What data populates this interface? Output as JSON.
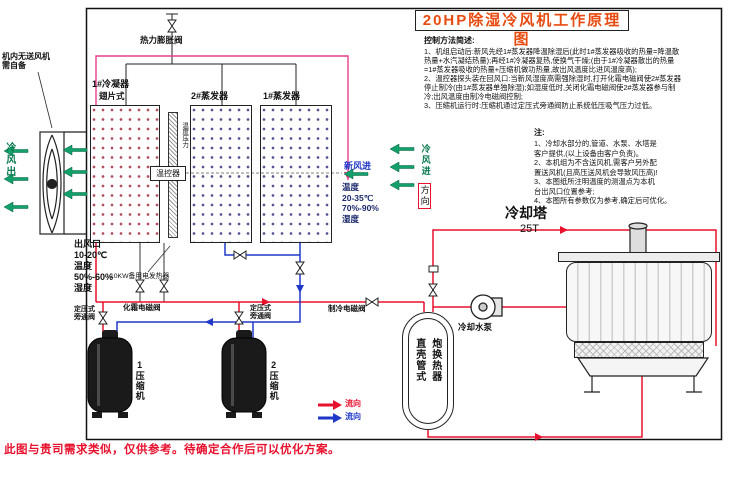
{
  "title": "20HP除湿冷风机工作原理图",
  "control": {
    "heading": "控制方法简述:",
    "lines": [
      "1、机组启动后:新风先经1#蒸发器降温除湿后(此时1#蒸发器吸收的热量=降温散",
      "热量+水汽凝结热量);再经1#冷凝器复热,使换气干燥;(由于1#冷凝器散出的热量",
      "=1#蒸发器吸收的热量+压缩机做功热量,故出风温度比进风温度高);",
      "2、温控器探头装在回风口:当新风湿度高需强除湿时,打开化霜电磁阀使2#蒸发器",
      "停止制冷(由1#蒸发器单独除湿);如湿度低时,关闭化霜电磁阀使2#蒸发器参与制",
      "冷;出风温度由制冷电磁阀控制;",
      "3、压缩机运行时:压缩机通过定压式旁通阀防止系统低压吸气压力过低。"
    ]
  },
  "notes": {
    "heading": "注:",
    "lines": [
      "1、冷却水部分的,管道、水泵、水塔是",
      "客户提供,(以上设备由客户负责)。",
      "2、本机组为不含送风机,需客户另外配",
      "置送风机(且高压送风机会导致风压高)!",
      "3、本图纸所注明温度的测温点为本机",
      "台出风口位置参考;",
      "4、本图所有参数仅为参考,确定后可优化。"
    ]
  },
  "labels": {
    "no_fan": [
      "机内无送风机",
      "需自备"
    ],
    "cold_air_out": "冷风出",
    "thermal_expansion_valve": "热力膨胀阀",
    "condenser1": "1#冷凝器",
    "fin_type": "翅片式",
    "evaporator2": "2#蒸发器",
    "evaporator1": "1#蒸发器",
    "temp_pressure": "温度压力",
    "temp_controller": "温控器",
    "fresh_air_in": "新风进",
    "inlet_air": [
      "温度",
      "20-35℃",
      "70%-90%",
      "湿度"
    ],
    "return_air": "冷风进",
    "return_air_boxed": "方向",
    "outlet_air": [
      "出风口",
      "10-20℃",
      "温度",
      "50%-60%",
      "湿度"
    ],
    "heater": "10KW备用电发热器",
    "defrost_valve": "化霜电磁阀",
    "bypass_valve": [
      "定压式",
      "旁通阀"
    ],
    "cooling_valve": "制冷电磁阀",
    "compressor1": "1压缩机",
    "compressor2": "2压缩机",
    "exchanger_col_left": "直壳管式",
    "exchanger_col_right": "炮换热器",
    "cooling_pump": "冷却水泵",
    "cooling_tower": "冷却塔",
    "tower_capacity": "25T",
    "flow": "流向",
    "disclaimer": "此图与贵司需求类似，仅供参考。待确定合作后可以优化方案。"
  },
  "colors": {
    "hot_line": "#e8112d",
    "cold_line": "#2038c8",
    "liquid_line": "#e83e8c",
    "air_arrow": "#12a06b",
    "title_red": "#e84b0f"
  }
}
